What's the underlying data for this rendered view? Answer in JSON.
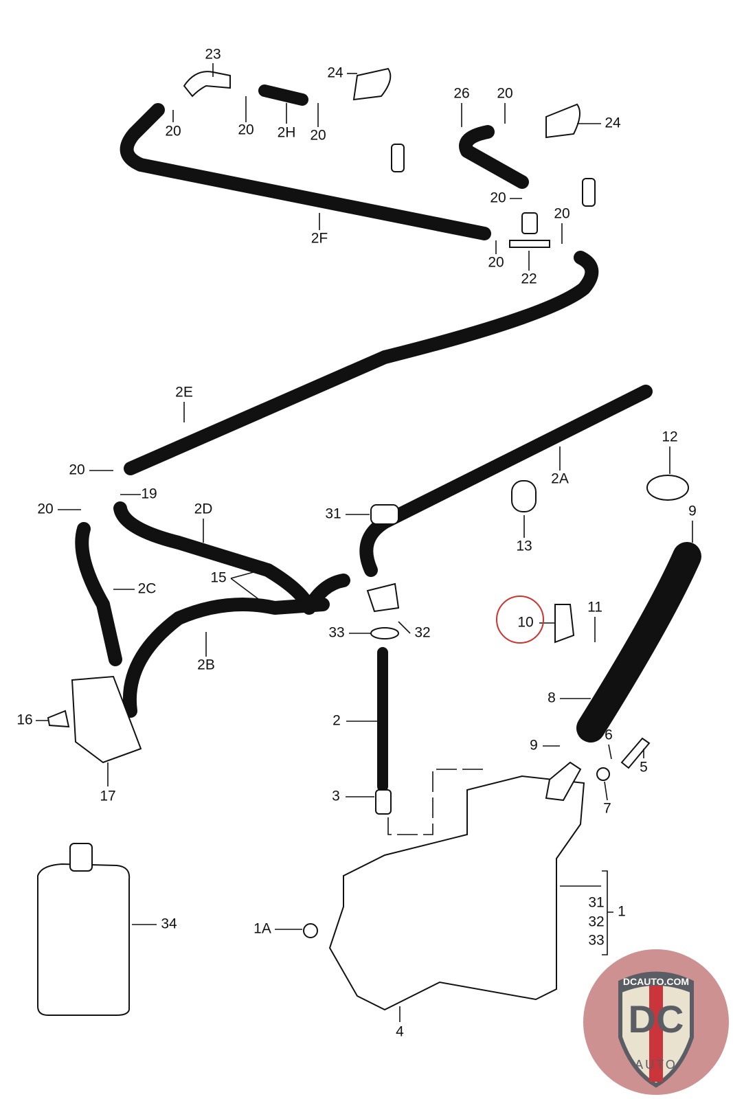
{
  "diagram": {
    "labels": {
      "l23": "23",
      "l20a": "20",
      "l20b": "20",
      "l2H": "2H",
      "l20c": "20",
      "l24a": "24",
      "l26": "26",
      "l20d": "20",
      "l24b": "24",
      "l20e": "20",
      "l20f": "20",
      "l2F": "2F",
      "l20g": "20",
      "l22": "22",
      "l2E": "2E",
      "l2A": "2A",
      "l12": "12",
      "l20h": "20",
      "l19": "19",
      "l20i": "20",
      "l2D": "2D",
      "l31": "31",
      "l13": "13",
      "l9a": "9",
      "l15": "15",
      "l2C": "2C",
      "l10": "10",
      "l11": "11",
      "l33": "33",
      "l32": "32",
      "l2B": "2B",
      "l8": "8",
      "l16": "16",
      "l2": "2",
      "l6": "6",
      "l9b": "9",
      "l5": "5",
      "l17": "17",
      "l3": "3",
      "l7": "7",
      "l34": "34",
      "g31": "31",
      "g32": "32",
      "g33": "33",
      "l1": "1",
      "l1A": "1A",
      "l4": "4"
    },
    "highlight_color": "#d0312d"
  },
  "logo": {
    "top_text": "DCAUTO.COM",
    "letters": "DC",
    "sub_text": "AUTO",
    "colors": {
      "ring": "#c98585",
      "shield": "#5a5d63",
      "stripe": "#c9353a",
      "cream": "#e9e2cf"
    }
  }
}
